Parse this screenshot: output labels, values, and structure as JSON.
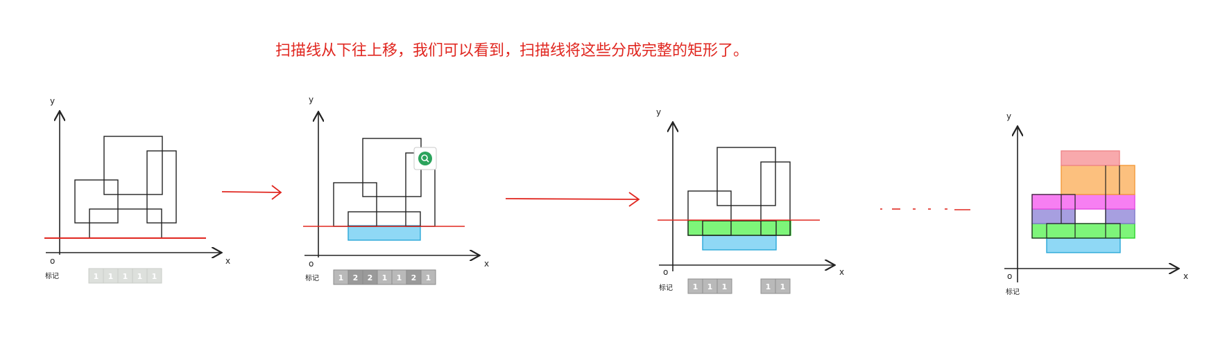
{
  "caption": "扫描线从下往上移，我们可以看到，扫描线将这些分成完整的矩形了。",
  "axis_labels": {
    "x": "x",
    "y": "y",
    "origin": "o"
  },
  "mark_label": "标记",
  "panels": [
    {
      "marks": [
        {
          "cells": [
            "1",
            "1",
            "1",
            "1",
            "1"
          ]
        }
      ]
    },
    {
      "marks": [
        {
          "cells": [
            "1",
            "2",
            "2",
            "1",
            "1",
            "2",
            "1"
          ]
        }
      ]
    },
    {
      "marks": [
        {
          "cells": [
            "1",
            "1",
            "1"
          ]
        },
        {
          "cells": [
            "1",
            "1"
          ]
        }
      ]
    },
    {
      "marks": []
    }
  ],
  "colors": {
    "scanline": "#e0261f",
    "arrow": "#e0261f",
    "blue_fill": "#8fd8f5",
    "blue_stroke": "#2aa7d8",
    "green_fill": "#7ef57a",
    "green_stroke": "#2bd12b",
    "pink_fill": "#f8a9ac",
    "orange_fill": "#fcc07e",
    "magenta_fill": "#f77ff2",
    "purple_fill": "#a79fe0",
    "zoom_green": "#2ba35c",
    "mark_light": "#dde0dc",
    "mark_dark": "#9a9a9a",
    "mark_mid": "#b9b9b9"
  },
  "icons": {
    "zoom": "search-icon"
  }
}
